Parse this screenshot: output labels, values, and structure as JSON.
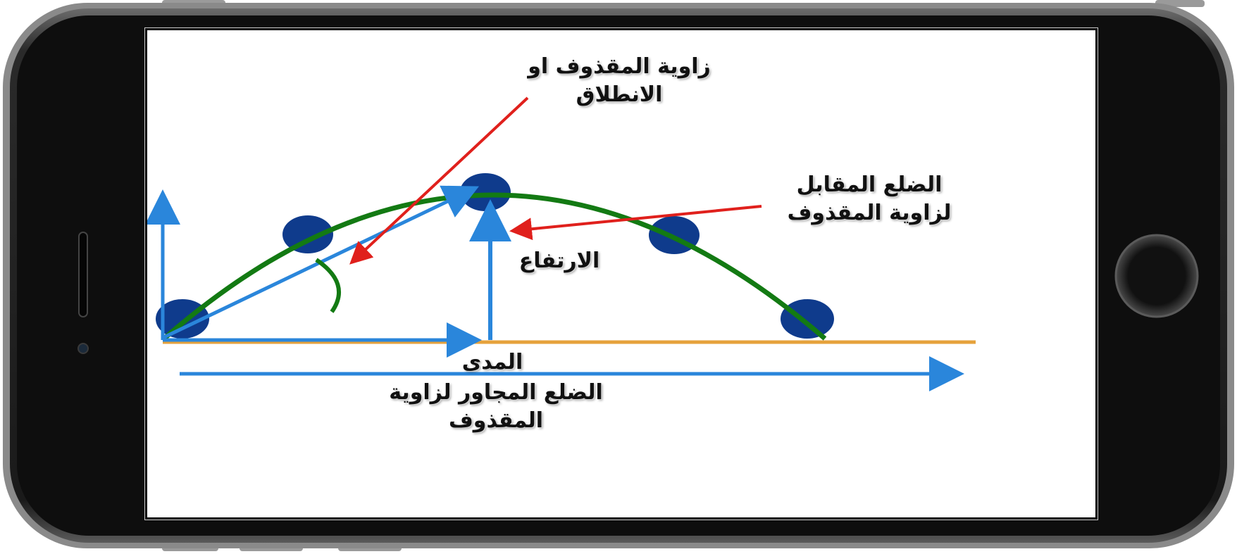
{
  "diagram": {
    "labels": {
      "launch_angle_line1": "زاوية المقذوف او",
      "launch_angle_line2": "الانطلاق",
      "opposite_side_line1": "الضلع المقابل",
      "opposite_side_line2": "لزاوية المقذوف",
      "height": "الارتفاع",
      "range": "المدى",
      "adjacent_side_line1": "الضلع المجاور لزاوية",
      "adjacent_side_line2": "المقذوف"
    },
    "projectile_positions_count": 5,
    "colors": {
      "trajectory": "#137a13",
      "projectile": "#0f3b8c",
      "vector": "#2a86db",
      "pointer": "#e0201c",
      "ground": "#e6a23c",
      "angle_arc": "#137a13",
      "device_frame": "#1c1c1c"
    }
  }
}
